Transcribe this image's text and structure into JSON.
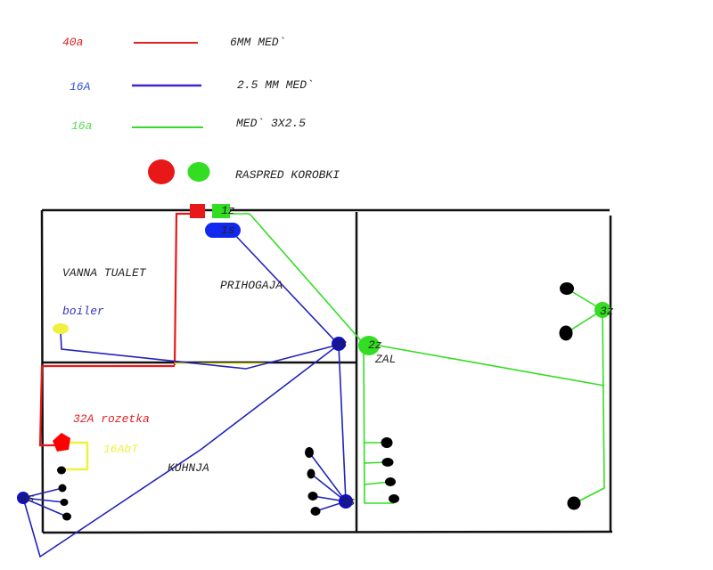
{
  "legend": {
    "rows": [
      {
        "amp": "40a",
        "desc": "6MM MED`",
        "color": "#e02020"
      },
      {
        "amp": "16A",
        "desc": "2.5 MM MED`",
        "color": "#4422cc"
      },
      {
        "amp": "16a",
        "desc": "MED`  3X2.5",
        "color": "#33dd22"
      }
    ],
    "boxes_label": "RASPRED KOROBKI"
  },
  "rooms": {
    "bathroom": "VANNA TUALET",
    "hallway": "PRIHOGAJA",
    "living": "ZAL",
    "kitchen": "KUHNJA"
  },
  "labels": {
    "boiler": "boiler",
    "socket32": "32A rozetka",
    "socket16": "16AbT"
  },
  "nodes": {
    "n1z": "1z",
    "n1s": "1s",
    "n2s": "2s",
    "n2z": "2z",
    "n3s": "3s",
    "n3z": "3z",
    "n4s": "4s"
  },
  "colors": {
    "red": "#e81818",
    "blue": "#2222bb",
    "green": "#33dd22",
    "yellow": "#f0f040",
    "wall": "#111111"
  }
}
